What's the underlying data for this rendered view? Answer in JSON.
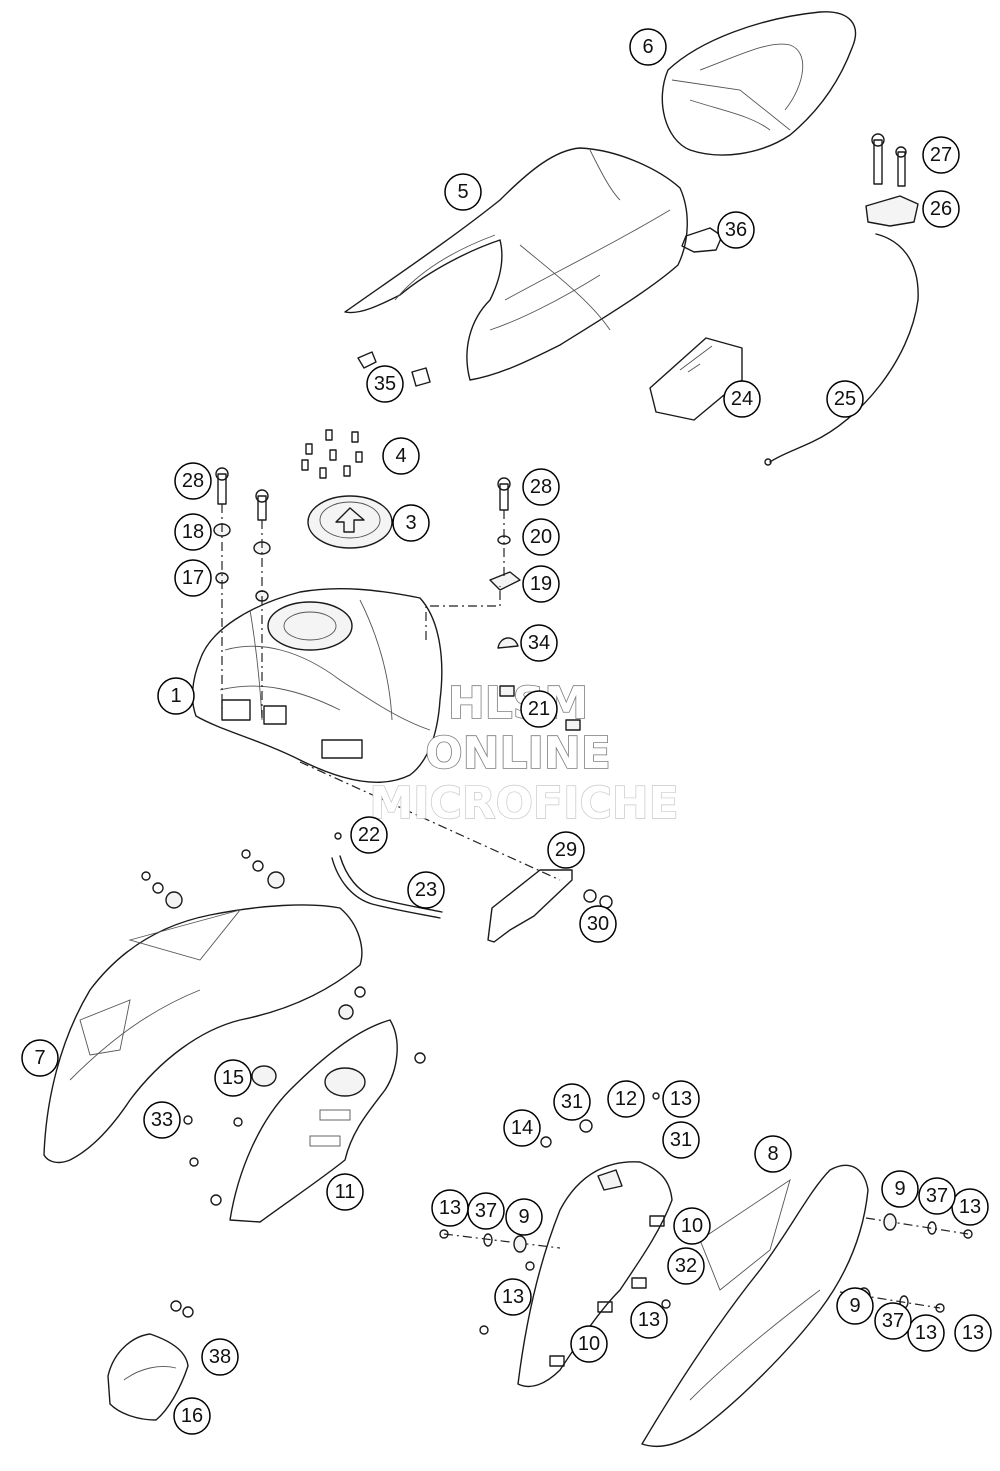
{
  "diagram": {
    "callouts": [
      {
        "number": "1"
      },
      {
        "number": "3"
      },
      {
        "number": "4"
      },
      {
        "number": "5"
      },
      {
        "number": "6"
      },
      {
        "number": "7"
      },
      {
        "number": "8"
      },
      {
        "number": "9"
      },
      {
        "number": "9"
      },
      {
        "number": "9"
      },
      {
        "number": "10"
      },
      {
        "number": "10"
      },
      {
        "number": "11"
      },
      {
        "number": "12"
      },
      {
        "number": "13"
      },
      {
        "number": "13"
      },
      {
        "number": "13"
      },
      {
        "number": "13"
      },
      {
        "number": "13"
      },
      {
        "number": "13"
      },
      {
        "number": "14"
      },
      {
        "number": "15"
      },
      {
        "number": "16"
      },
      {
        "number": "17"
      },
      {
        "number": "18"
      },
      {
        "number": "19"
      },
      {
        "number": "20"
      },
      {
        "number": "21"
      },
      {
        "number": "22"
      },
      {
        "number": "23"
      },
      {
        "number": "24"
      },
      {
        "number": "25"
      },
      {
        "number": "26"
      },
      {
        "number": "27"
      },
      {
        "number": "28"
      },
      {
        "number": "28"
      },
      {
        "number": "29"
      },
      {
        "number": "30"
      },
      {
        "number": "31"
      },
      {
        "number": "31"
      },
      {
        "number": "32"
      },
      {
        "number": "33"
      },
      {
        "number": "34"
      },
      {
        "number": "35"
      },
      {
        "number": "36"
      },
      {
        "number": "37"
      },
      {
        "number": "37"
      },
      {
        "number": "37"
      },
      {
        "number": "38"
      },
      {
        "number": "13"
      }
    ]
  },
  "watermark": {
    "line1": "HLSM",
    "line2": "ONLINE",
    "line3": "MICROFICHE"
  }
}
